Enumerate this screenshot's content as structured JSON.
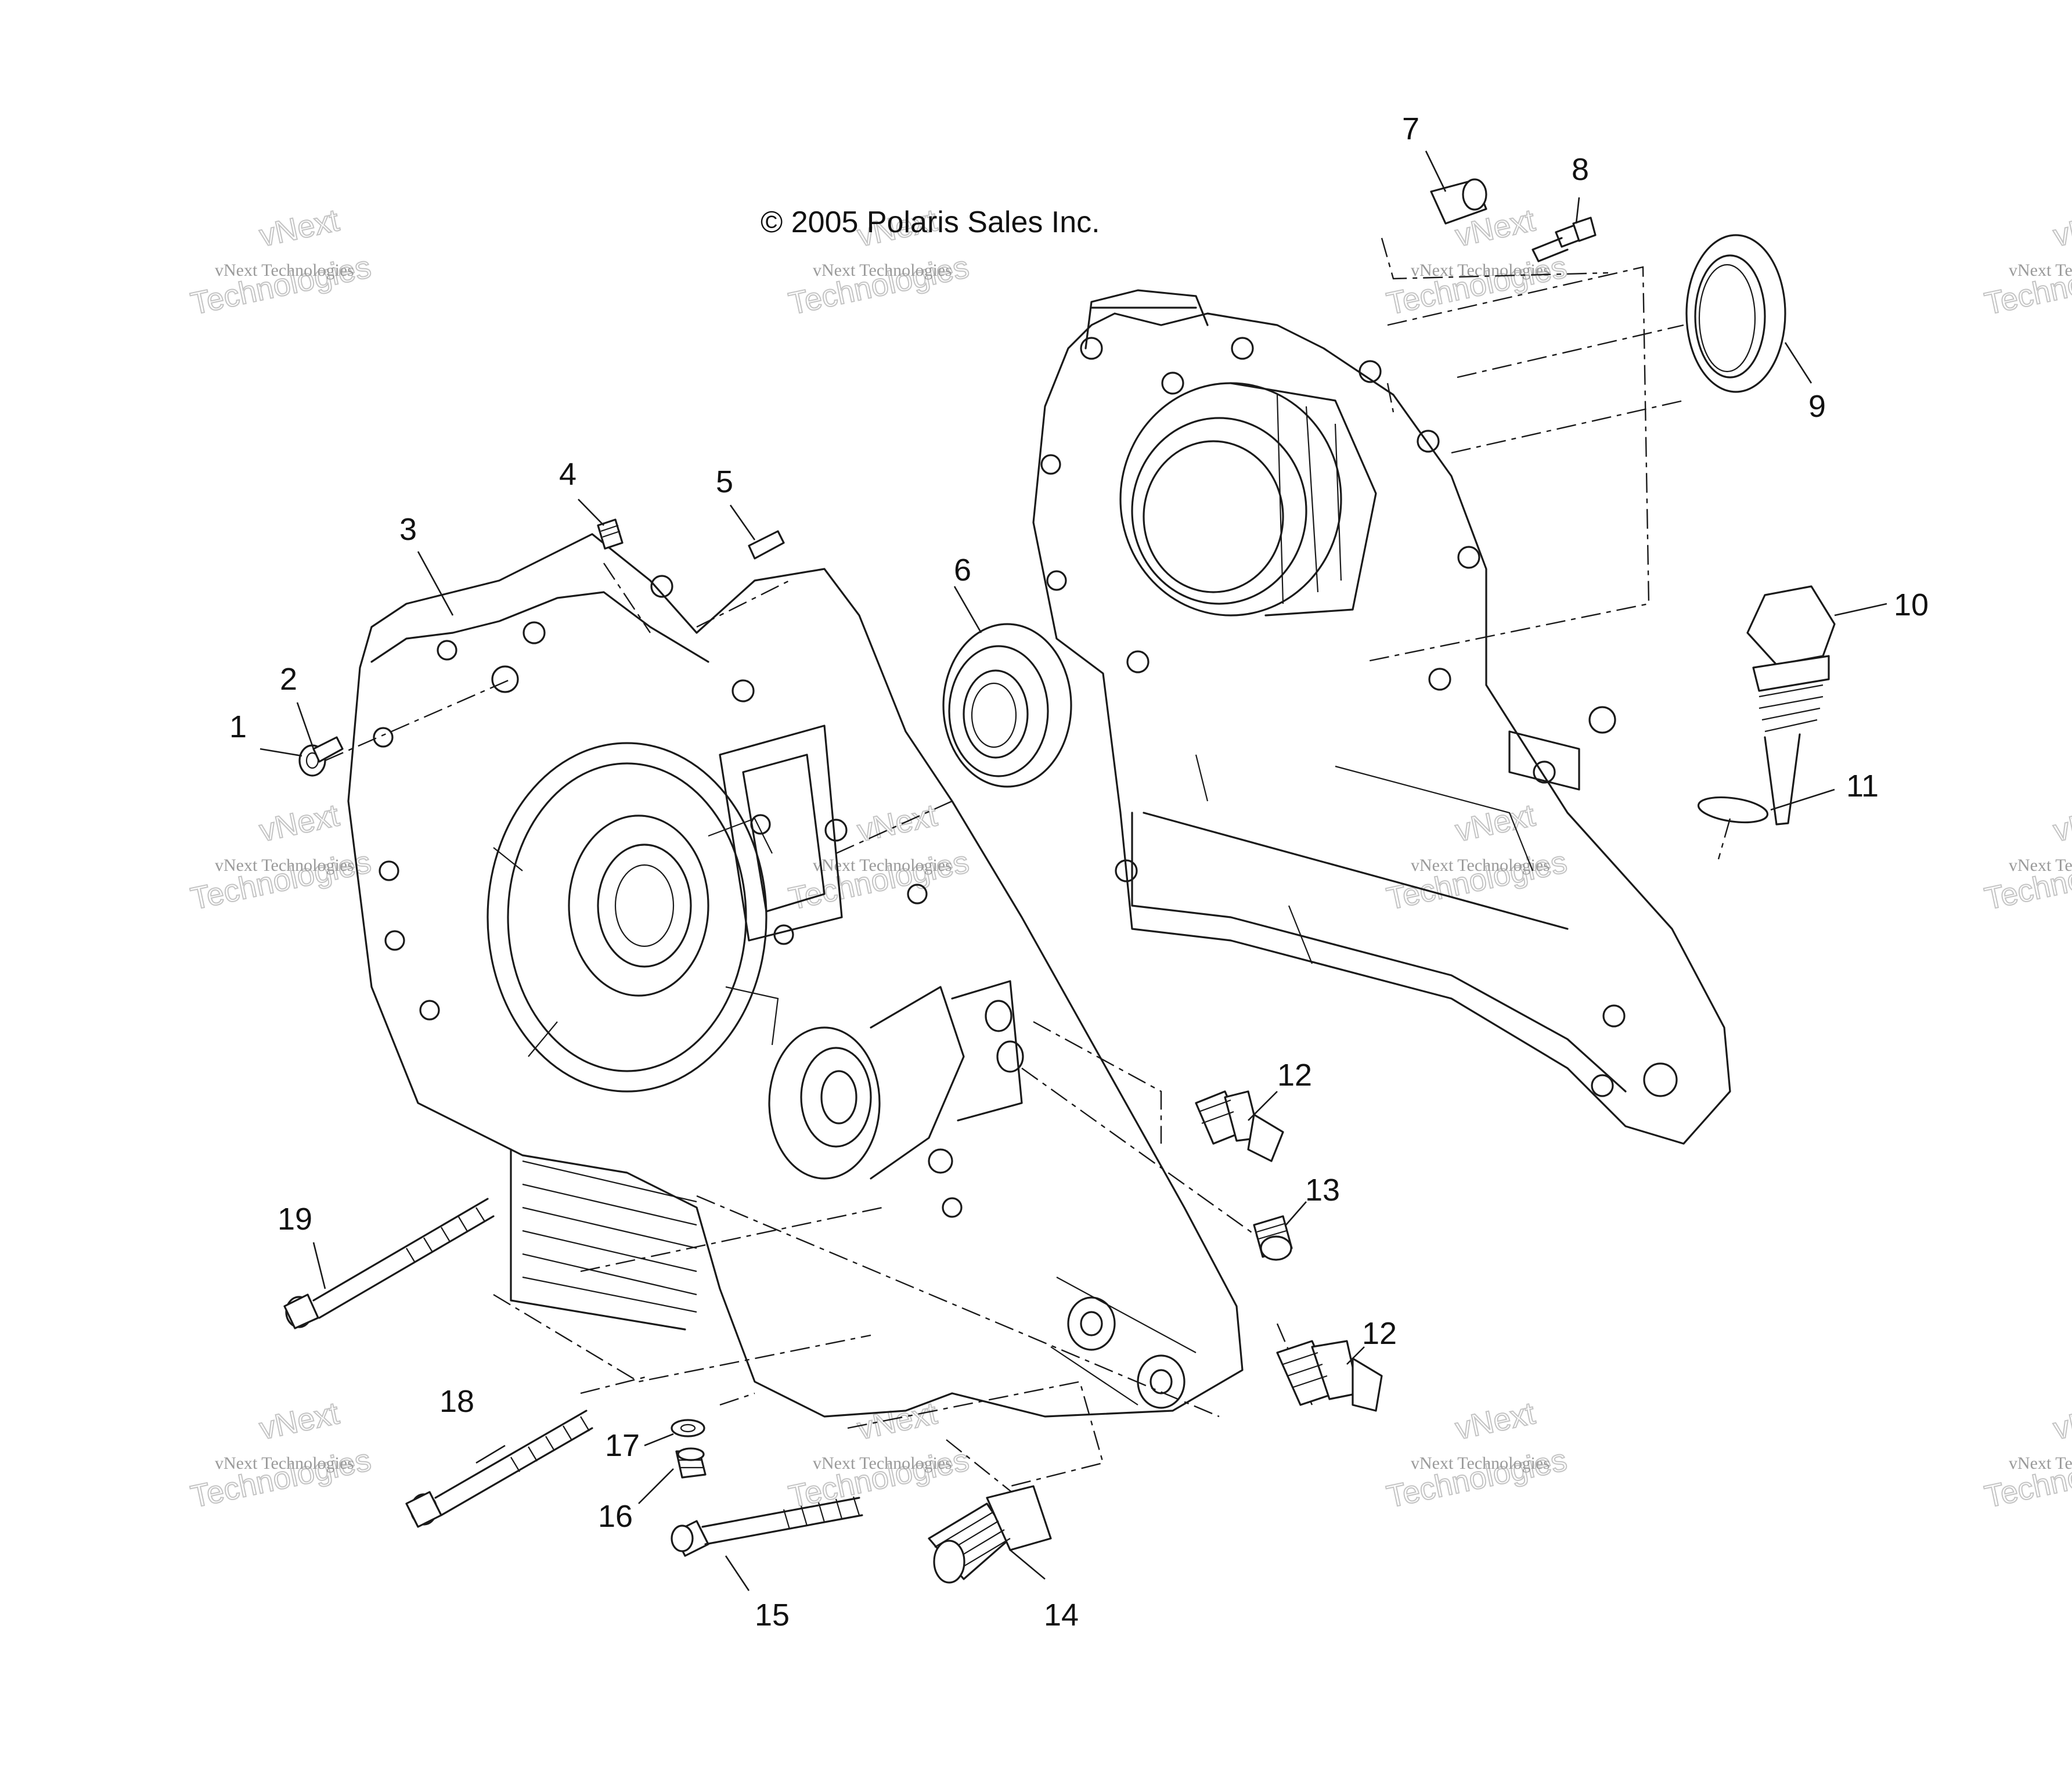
{
  "copyright": "© 2005 Polaris Sales Inc.",
  "watermark": {
    "small": "vNext Technologies",
    "big_line1": "vNext",
    "big_line2": "Technologies"
  },
  "callouts": [
    "1",
    "2",
    "3",
    "4",
    "5",
    "6",
    "7",
    "8",
    "9",
    "10",
    "11",
    "12",
    "13",
    "12",
    "14",
    "15",
    "16",
    "17",
    "18",
    "19"
  ]
}
